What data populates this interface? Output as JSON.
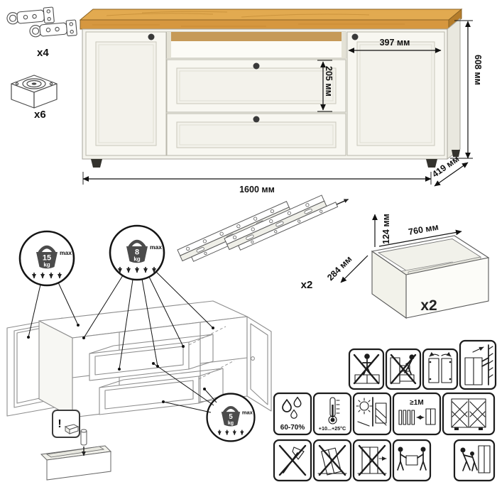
{
  "hardware": {
    "hinge_count": "x4",
    "leg_count": "x6"
  },
  "cabinet": {
    "overall_width": "1600 мм",
    "overall_height": "608 мм",
    "overall_depth": "419 мм",
    "door_width": "397 мм",
    "drawer_height": "205 мм"
  },
  "slides": {
    "count": "x2"
  },
  "drawer_box": {
    "height": "124 мм",
    "width": "760 мм",
    "depth": "284 мм",
    "count": "x2"
  },
  "load_limits": [
    {
      "weight": "15",
      "unit": "kg",
      "max_label": "max"
    },
    {
      "weight": "8",
      "unit": "kg",
      "max_label": "max"
    },
    {
      "weight": "5",
      "unit": "kg",
      "max_label": "max"
    }
  ],
  "detail_note": {
    "alert": "!"
  },
  "climate": {
    "humidity": "60-70%",
    "temperature": "+10...+25°C",
    "radiator_distance": "≥1M"
  },
  "colors": {
    "wood": "#D6973F",
    "wood_light": "#E2AA50",
    "wood_dark": "#B57D2B",
    "body": "#F5F4ED",
    "outline": "#A6A49B",
    "ink": "#111111"
  }
}
